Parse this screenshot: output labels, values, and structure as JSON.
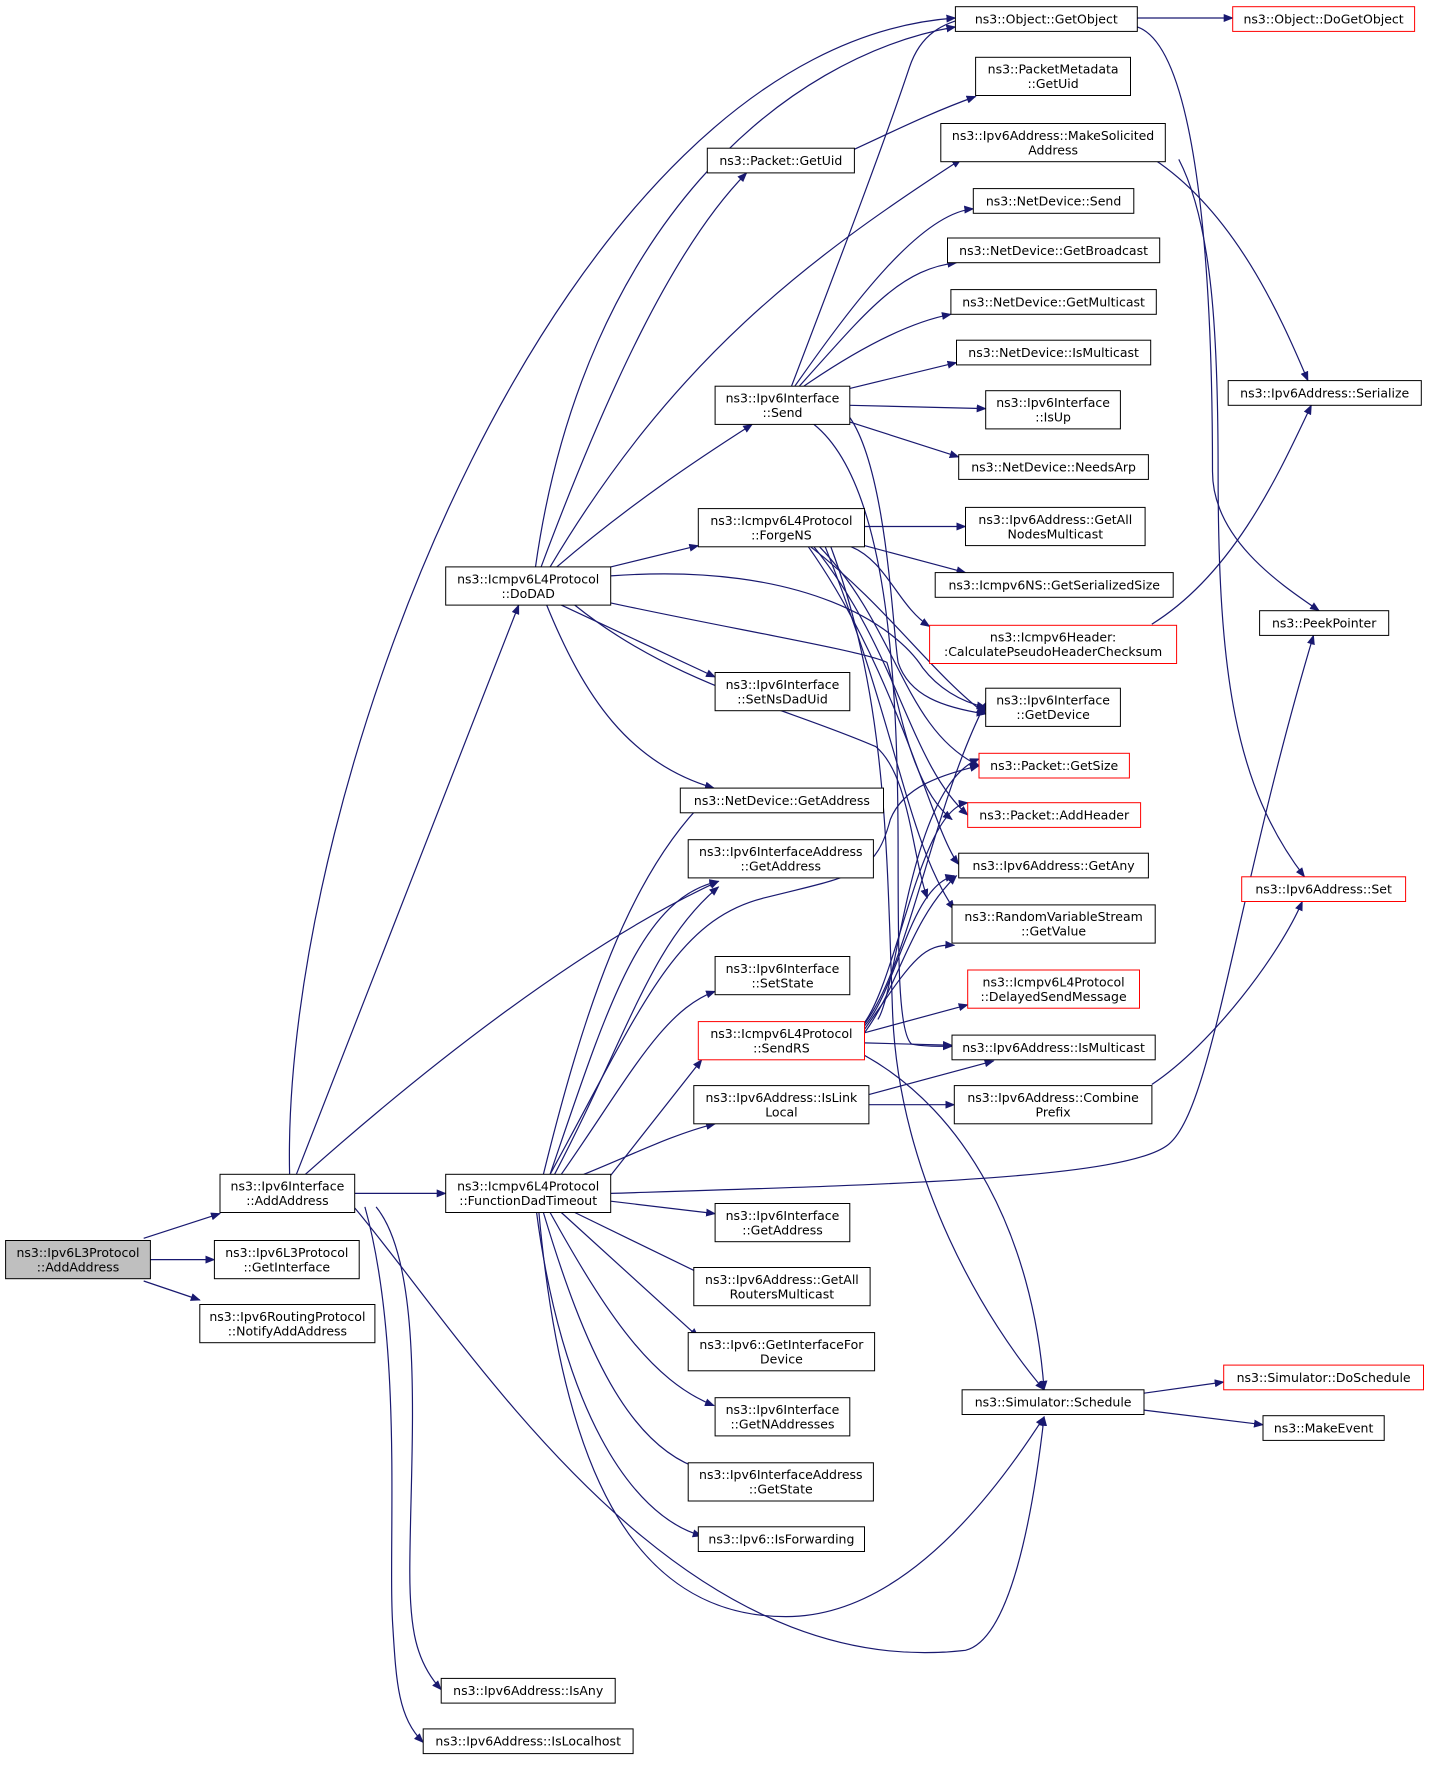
{
  "diagram": {
    "type": "call-graph",
    "colors": {
      "edge": "#191970",
      "node_border": "#000000",
      "truncated_border": "#ff0000",
      "root_fill": "#bfbfbf",
      "node_fill": "#ffffff"
    },
    "nodes": [
      {
        "id": "root",
        "lines": [
          "ns3::Ipv6L3Protocol",
          "::AddAddress"
        ],
        "root": true
      },
      {
        "id": "ifAdd",
        "lines": [
          "ns3::Ipv6Interface",
          "::AddAddress"
        ]
      },
      {
        "id": "l3GetIf",
        "lines": [
          "ns3::Ipv6L3Protocol",
          "::GetInterface"
        ]
      },
      {
        "id": "rpNotify",
        "lines": [
          "ns3::Ipv6RoutingProtocol",
          "::NotifyAddAddress"
        ]
      },
      {
        "id": "doDAD",
        "lines": [
          "ns3::Icmpv6L4Protocol",
          "::DoDAD"
        ]
      },
      {
        "id": "fdt",
        "lines": [
          "ns3::Icmpv6L4Protocol",
          "::FunctionDadTimeout"
        ]
      },
      {
        "id": "isAny",
        "lines": [
          "ns3::Ipv6Address::IsAny"
        ]
      },
      {
        "id": "isLocalhost",
        "lines": [
          "ns3::Ipv6Address::IsLocalhost"
        ]
      },
      {
        "id": "getObject",
        "lines": [
          "ns3::Object::GetObject"
        ]
      },
      {
        "id": "doGetObject",
        "lines": [
          "ns3::Object::DoGetObject"
        ],
        "truncated": true
      },
      {
        "id": "pmGetUid",
        "lines": [
          "ns3::PacketMetadata",
          "::GetUid"
        ]
      },
      {
        "id": "pktGetUid",
        "lines": [
          "ns3::Packet::GetUid"
        ]
      },
      {
        "id": "makeSol",
        "lines": [
          "ns3::Ipv6Address::MakeSolicited",
          "Address"
        ]
      },
      {
        "id": "ndSend",
        "lines": [
          "ns3::NetDevice::Send"
        ]
      },
      {
        "id": "ndGetBroadcast",
        "lines": [
          "ns3::NetDevice::GetBroadcast"
        ]
      },
      {
        "id": "ndGetMulticast",
        "lines": [
          "ns3::NetDevice::GetMulticast"
        ]
      },
      {
        "id": "ndIsMulticast",
        "lines": [
          "ns3::NetDevice::IsMulticast"
        ]
      },
      {
        "id": "ifSend",
        "lines": [
          "ns3::Ipv6Interface",
          "::Send"
        ]
      },
      {
        "id": "ifIsUp",
        "lines": [
          "ns3::Ipv6Interface",
          "::IsUp"
        ]
      },
      {
        "id": "ndNeedsArp",
        "lines": [
          "ns3::NetDevice::NeedsArp"
        ]
      },
      {
        "id": "serialize",
        "lines": [
          "ns3::Ipv6Address::Serialize"
        ]
      },
      {
        "id": "forgeNS",
        "lines": [
          "ns3::Icmpv6L4Protocol",
          "::ForgeNS"
        ]
      },
      {
        "id": "getAllNodes",
        "lines": [
          "ns3::Ipv6Address::GetAll",
          "NodesMulticast"
        ]
      },
      {
        "id": "nsSerSize",
        "lines": [
          "ns3::Icmpv6NS::GetSerializedSize"
        ]
      },
      {
        "id": "calcPseudo",
        "lines": [
          "ns3::Icmpv6Header:",
          ":CalculatePseudoHeaderChecksum"
        ],
        "truncated": true
      },
      {
        "id": "peekPointer",
        "lines": [
          "ns3::PeekPointer"
        ]
      },
      {
        "id": "setNsDadUid",
        "lines": [
          "ns3::Ipv6Interface",
          "::SetNsDadUid"
        ]
      },
      {
        "id": "ifGetDevice",
        "lines": [
          "ns3::Ipv6Interface",
          "::GetDevice"
        ]
      },
      {
        "id": "pktGetSize",
        "lines": [
          "ns3::Packet::GetSize"
        ],
        "truncated": true
      },
      {
        "id": "ndGetAddress",
        "lines": [
          "ns3::NetDevice::GetAddress"
        ]
      },
      {
        "id": "pktAddHeader",
        "lines": [
          "ns3::Packet::AddHeader"
        ],
        "truncated": true
      },
      {
        "id": "ifaGetAddress",
        "lines": [
          "ns3::Ipv6InterfaceAddress",
          "::GetAddress"
        ]
      },
      {
        "id": "getAny",
        "lines": [
          "ns3::Ipv6Address::GetAny"
        ]
      },
      {
        "id": "addrSet",
        "lines": [
          "ns3::Ipv6Address::Set"
        ],
        "truncated": true
      },
      {
        "id": "rvsGetValue",
        "lines": [
          "ns3::RandomVariableStream",
          "::GetValue"
        ]
      },
      {
        "id": "ifSetState",
        "lines": [
          "ns3::Ipv6Interface",
          "::SetState"
        ]
      },
      {
        "id": "delayedSend",
        "lines": [
          "ns3::Icmpv6L4Protocol",
          "::DelayedSendMessage"
        ],
        "truncated": true
      },
      {
        "id": "sendRS",
        "lines": [
          "ns3::Icmpv6L4Protocol",
          "::SendRS"
        ],
        "truncated": true
      },
      {
        "id": "addrIsMulticast",
        "lines": [
          "ns3::Ipv6Address::IsMulticast"
        ]
      },
      {
        "id": "isLinkLocal",
        "lines": [
          "ns3::Ipv6Address::IsLink",
          "Local"
        ]
      },
      {
        "id": "combinePrefix",
        "lines": [
          "ns3::Ipv6Address::Combine",
          "Prefix"
        ]
      },
      {
        "id": "ifGetAddress",
        "lines": [
          "ns3::Ipv6Interface",
          "::GetAddress"
        ]
      },
      {
        "id": "getAllRouters",
        "lines": [
          "ns3::Ipv6Address::GetAll",
          "RoutersMulticast"
        ]
      },
      {
        "id": "getIfForDevice",
        "lines": [
          "ns3::Ipv6::GetInterfaceFor",
          "Device"
        ]
      },
      {
        "id": "ifGetNAddresses",
        "lines": [
          "ns3::Ipv6Interface",
          "::GetNAddresses"
        ]
      },
      {
        "id": "ifaGetState",
        "lines": [
          "ns3::Ipv6InterfaceAddress",
          "::GetState"
        ]
      },
      {
        "id": "isForwarding",
        "lines": [
          "ns3::Ipv6::IsForwarding"
        ]
      },
      {
        "id": "simSchedule",
        "lines": [
          "ns3::Simulator::Schedule"
        ]
      },
      {
        "id": "simDoSchedule",
        "lines": [
          "ns3::Simulator::DoSchedule"
        ],
        "truncated": true
      },
      {
        "id": "makeEvent",
        "lines": [
          "ns3::MakeEvent"
        ]
      }
    ]
  }
}
